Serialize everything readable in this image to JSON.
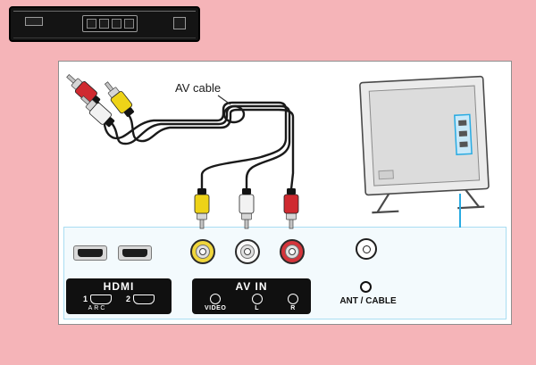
{
  "colors": {
    "page_bg": "#f5b4b8",
    "accent_blue": "#29abe2",
    "cable_black": "#1a1a1a",
    "rca_red": "#cf2a30",
    "rca_white": "#f2f2f2",
    "rca_yellow": "#eed318",
    "jack_yellow": "#f0d63c",
    "jack_white": "#fafafa",
    "jack_red": "#d4353b",
    "plate_black": "#101010"
  },
  "annotations": {
    "av_cable_label": "AV cable"
  },
  "ports_panel": {
    "hdmi": {
      "logo": "HDMI",
      "port1_num": "1",
      "port1_sub": "ARC",
      "port2_num": "2"
    },
    "av_in": {
      "title": "AV IN",
      "video": "VIDEO",
      "left": "L",
      "right": "R"
    },
    "ant_label": "ANT / CABLE"
  }
}
